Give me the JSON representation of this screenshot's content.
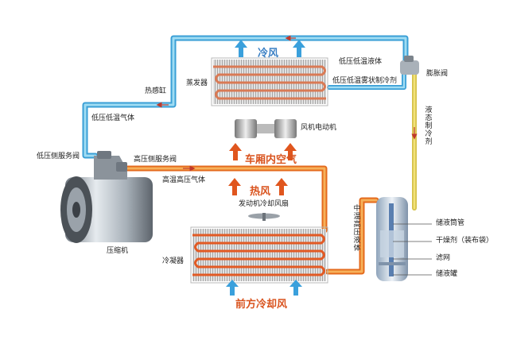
{
  "labels": {
    "cold_wind": "冷风",
    "low_temp_low_pressure_liquid": "低压低温液体",
    "expansion_valve": "膨胀阀",
    "low_temp_low_pressure_mist": "低压低温雾状制冷剂",
    "thermal_bulb": "热感缸",
    "evaporator": "蒸发器",
    "low_pressure_low_temp_gas": "低压低温气体",
    "liquid_refrigerant": "液态制冷剂",
    "blower_motor": "风机电动机",
    "low_side_service_valve": "低压侧服务阀",
    "high_side_service_valve": "高压侧服务阀",
    "cabin_air": "车厢内空气",
    "high_temp_high_pressure_gas": "高温高压气体",
    "hot_wind": "热风",
    "engine_fan": "发动机冷却风扇",
    "mid_temp_high_pressure_liquid": "中温高压液体",
    "compressor": "压缩机",
    "receiver_tube": "储液筒管",
    "desiccant": "干燥剂（装布袋）",
    "filter_screen": "滤网",
    "condenser": "冷凝器",
    "receiver_drier": "储液罐",
    "front_cooling_air": "前方冷却风"
  },
  "colors": {
    "cold_pipe": "#6cc3e8",
    "cold_pipe_dark": "#3a9fd6",
    "hot_pipe": "#f08a2a",
    "hot_pipe_dark": "#e46a1c",
    "coil_hot": "#e25a24",
    "coil_cold": "#d97a55",
    "fin": "#c8c8c8",
    "label_cold": "#3a7fc4",
    "label_hot": "#d9531e"
  }
}
